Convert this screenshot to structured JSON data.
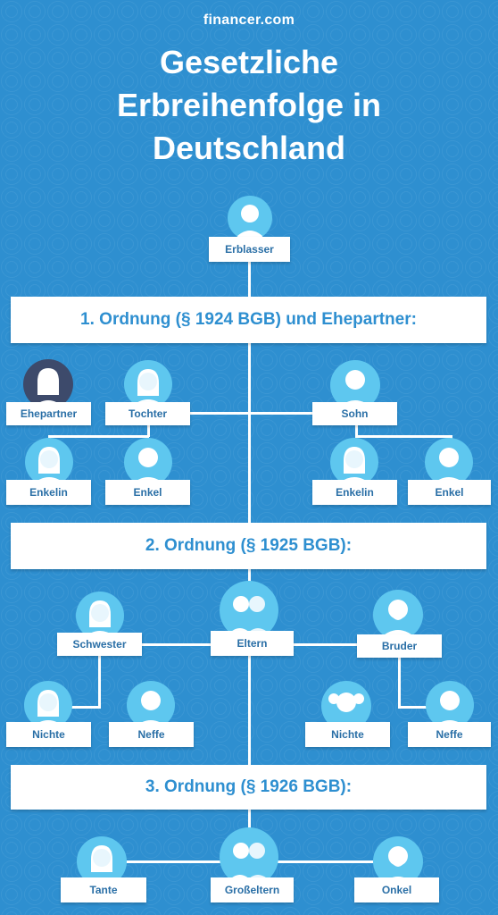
{
  "brand": "financer.com",
  "title": [
    "Gesetzliche",
    "Erbreihenfolge in",
    "Deutschland"
  ],
  "root": "Erblasser",
  "order1": {
    "heading": "1. Ordnung (§ 1924 BGB) und Ehepartner:",
    "spouse": "Ehepartner",
    "daughter": "Tochter",
    "son": "Sohn",
    "daughter_children": [
      "Enkelin",
      "Enkel"
    ],
    "son_children": [
      "Enkelin",
      "Enkel"
    ]
  },
  "order2": {
    "heading": "2. Ordnung (§ 1925 BGB):",
    "sister": "Schwester",
    "parents": "Eltern",
    "brother": "Bruder",
    "sister_children": [
      "Nichte",
      "Neffe"
    ],
    "brother_children": [
      "Nichte",
      "Neffe"
    ]
  },
  "order3": {
    "heading": "3. Ordnung (§ 1926 BGB):",
    "aunt": "Tante",
    "grandparents": "Großeltern",
    "uncle": "Onkel"
  },
  "colors": {
    "background": "#2e8fd0",
    "avatar": "#5ec7ef",
    "spouse_avatar": "#3d4a6b",
    "heading_text": "#2e8fd0"
  }
}
